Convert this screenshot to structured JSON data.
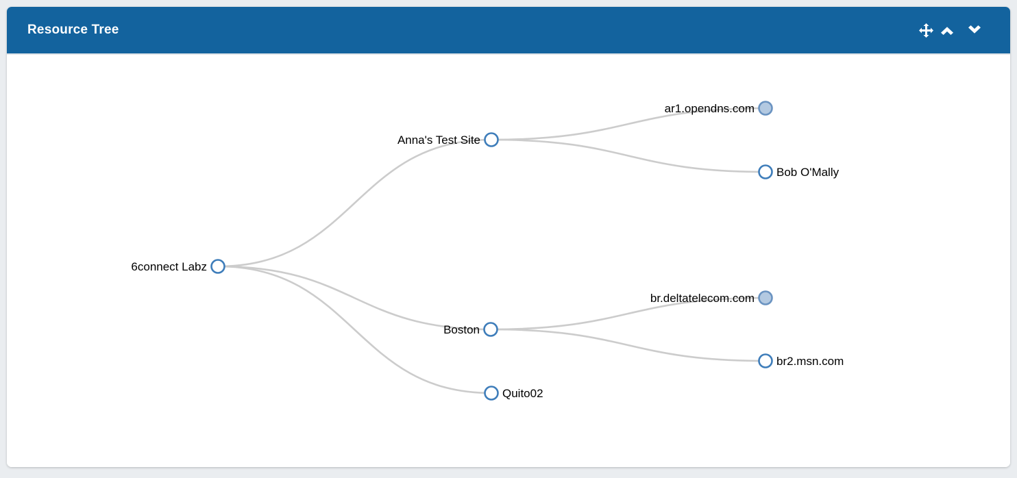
{
  "panel": {
    "title": "Resource Tree",
    "controls": [
      {
        "name": "move-icon",
        "meaning": "drag / reposition panel"
      },
      {
        "name": "chevron-up-icon",
        "meaning": "collapse panel"
      },
      {
        "name": "chevron-down-icon",
        "meaning": "expand panel"
      }
    ]
  },
  "colors": {
    "page_bg": "#EAEDF0",
    "header_bg": "#13639E",
    "header_text": "#FFFFFF",
    "panel_bg": "#FFFFFF",
    "link": "#CCCCCC",
    "node_open_stroke": "#3E7DBA",
    "node_open_fill": "#FFFFFF",
    "node_collapsed_stroke": "#6A93C1",
    "node_collapsed_fill": "#B3C9E1",
    "label_color": "#000000"
  },
  "tree": {
    "nodes": [
      {
        "label": "6connect Labz",
        "state": "open",
        "label_side": "left"
      },
      {
        "label": "Anna's Test Site",
        "state": "open",
        "label_side": "left"
      },
      {
        "label": "ar1.opendns.com",
        "state": "collapsed",
        "label_side": "left"
      },
      {
        "label": "Bob O'Mally",
        "state": "open",
        "label_side": "right"
      },
      {
        "label": "Boston",
        "state": "open",
        "label_side": "left"
      },
      {
        "label": "br.deltatelecom.com",
        "state": "collapsed",
        "label_side": "left"
      },
      {
        "label": "br2.msn.com",
        "state": "open",
        "label_side": "right"
      },
      {
        "label": "Quito02",
        "state": "open",
        "label_side": "right"
      }
    ],
    "edges": [
      [
        0,
        1
      ],
      [
        1,
        2
      ],
      [
        1,
        3
      ],
      [
        0,
        4
      ],
      [
        4,
        5
      ],
      [
        4,
        6
      ],
      [
        0,
        7
      ]
    ],
    "hierarchy": {
      "label": "6connect Labz",
      "children": [
        {
          "label": "Anna's Test Site",
          "children": [
            {
              "label": "ar1.opendns.com",
              "collapsed": true
            },
            {
              "label": "Bob O'Mally"
            }
          ]
        },
        {
          "label": "Boston",
          "children": [
            {
              "label": "br.deltatelecom.com",
              "collapsed": true
            },
            {
              "label": "br2.msn.com"
            }
          ]
        },
        {
          "label": "Quito02"
        }
      ]
    }
  }
}
